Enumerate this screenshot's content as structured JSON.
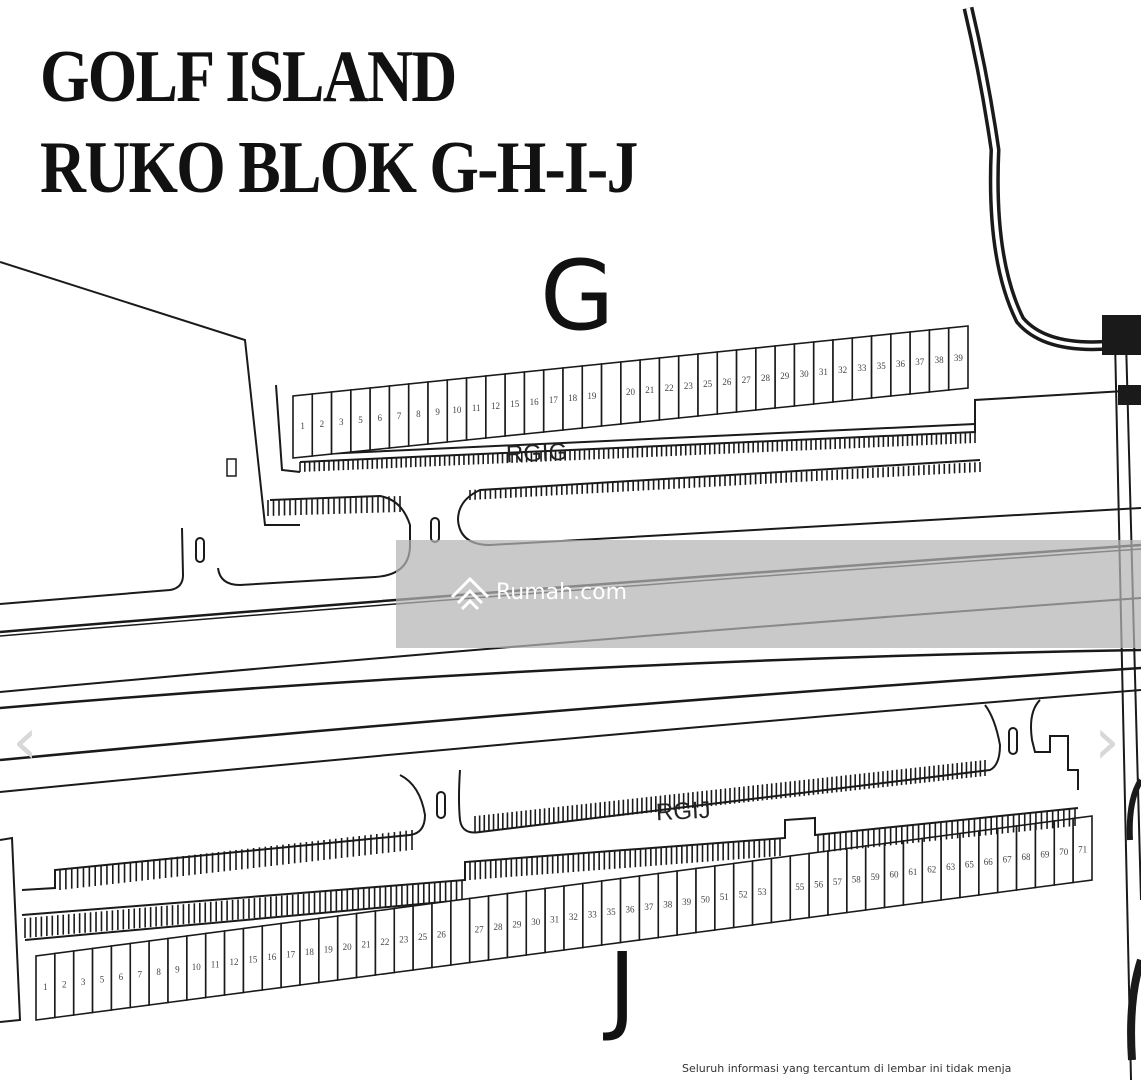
{
  "title": {
    "line1": "GOLF ISLAND",
    "line2": "RUKO BLOK G-H-I-J"
  },
  "blocks": {
    "g": {
      "letter": "G",
      "road_label": "RGIG",
      "units": [
        "1",
        "2",
        "3",
        "5",
        "6",
        "7",
        "8",
        "9",
        "10",
        "11",
        "12",
        "15",
        "16",
        "17",
        "18",
        "19",
        "",
        "20",
        "21",
        "22",
        "23",
        "25",
        "26",
        "27",
        "28",
        "29",
        "30",
        "31",
        "32",
        "33",
        "35",
        "36",
        "37",
        "38",
        "39"
      ]
    },
    "j": {
      "letter": "J",
      "road_label": "RGIJ",
      "units": [
        "1",
        "2",
        "3",
        "5",
        "6",
        "7",
        "8",
        "9",
        "10",
        "11",
        "12",
        "15",
        "16",
        "17",
        "18",
        "19",
        "20",
        "21",
        "22",
        "23",
        "25",
        "26",
        "",
        "27",
        "28",
        "29",
        "30",
        "31",
        "32",
        "33",
        "35",
        "36",
        "37",
        "38",
        "39",
        "50",
        "51",
        "52",
        "53",
        "",
        "55",
        "56",
        "57",
        "58",
        "59",
        "60",
        "61",
        "62",
        "63",
        "65",
        "66",
        "67",
        "68",
        "69",
        "70",
        "71"
      ]
    }
  },
  "watermark": {
    "text": "Rumah.com",
    "icon": "rumah-logo-icon"
  },
  "navigation": {
    "prev_label": "‹",
    "next_label": "›",
    "prev_icon": "chevron-left-icon",
    "next_icon": "chevron-right-icon"
  },
  "disclaimer": "Seluruh informasi yang tercantum di lembar ini tidak menja"
}
